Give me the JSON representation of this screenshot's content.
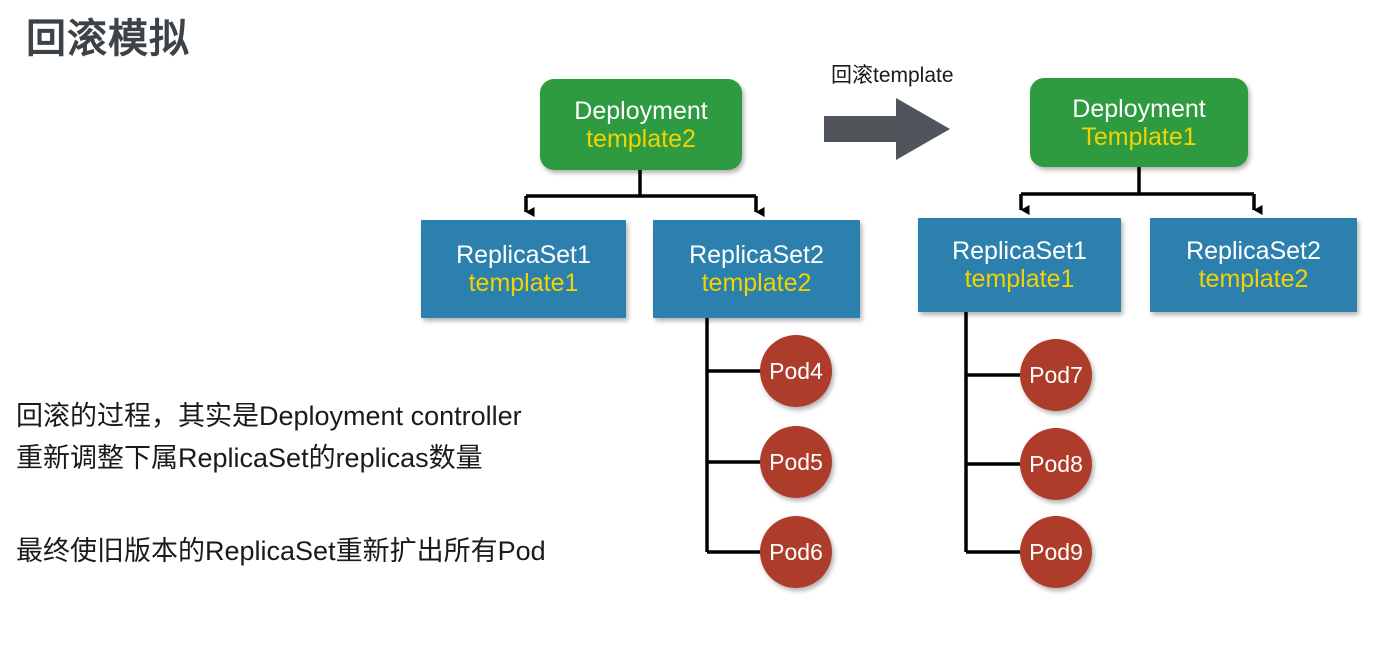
{
  "page": {
    "title": "回滚模拟",
    "background_color": "#ffffff"
  },
  "palette": {
    "deployment_green": "#2e9b40",
    "replicaset_blue": "#2b80ae",
    "pod_red": "#ae3c2a",
    "accent_yellow": "#f2d200",
    "arrow_gray": "#50555c",
    "title_gray": "#3b4248",
    "connector_black": "#000000"
  },
  "transition": {
    "label": "回滚template",
    "arrow_icon": "right-arrow-icon"
  },
  "before": {
    "deployment": {
      "title": "Deployment",
      "template": "template2"
    },
    "replicasets": [
      {
        "title": "ReplicaSet1",
        "template": "template1",
        "pods": []
      },
      {
        "title": "ReplicaSet2",
        "template": "template2",
        "pods": [
          "Pod4",
          "Pod5",
          "Pod6"
        ]
      }
    ]
  },
  "after": {
    "deployment": {
      "title": "Deployment",
      "template": "Template1"
    },
    "replicasets": [
      {
        "title": "ReplicaSet1",
        "template": "template1",
        "pods": [
          "Pod7",
          "Pod8",
          "Pod9"
        ]
      },
      {
        "title": "ReplicaSet2",
        "template": "template2",
        "pods": []
      }
    ]
  },
  "notes": {
    "line1": "回滚的过程，其实是Deployment controller",
    "line2": "重新调整下属ReplicaSet的replicas数量",
    "line3": "最终使旧版本的ReplicaSet重新扩出所有Pod"
  }
}
